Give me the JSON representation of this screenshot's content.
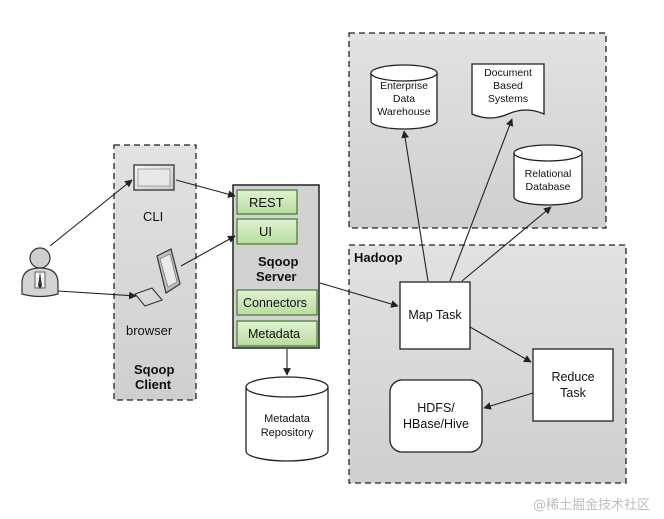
{
  "client": {
    "title_line1": "Sqoop",
    "title_line2": "Client",
    "cli_label": "CLI",
    "browser_label": "browser"
  },
  "server": {
    "title_line1": "Sqoop",
    "title_line2": "Server",
    "rest_label": "REST",
    "ui_label": "UI",
    "connectors_label": "Connectors",
    "metadata_label": "Metadata"
  },
  "metadata_repository": {
    "line1": "Metadata",
    "line2": "Repository"
  },
  "datastores": {
    "enterprise_line1": "Enterprise",
    "enterprise_line2": "Data",
    "enterprise_line3": "Warehouse",
    "document_line1": "Document",
    "document_line2": "Based",
    "document_line3": "Systems",
    "relational_line1": "Relational",
    "relational_line2": "Database"
  },
  "hadoop": {
    "title": "Hadoop",
    "map_task": "Map Task",
    "reduce_line1": "Reduce",
    "reduce_line2": "Task",
    "hdfs_line1": "HDFS/",
    "hdfs_line2": "HBase/Hive"
  },
  "watermark": "@稀土掘金技术社区",
  "colors": {
    "panel_fill": "#d6d6d6",
    "green_box": "#c9e6b5",
    "green_border": "#4a7d33",
    "server_fill": "#d0d0d0",
    "stroke": "#222222"
  }
}
